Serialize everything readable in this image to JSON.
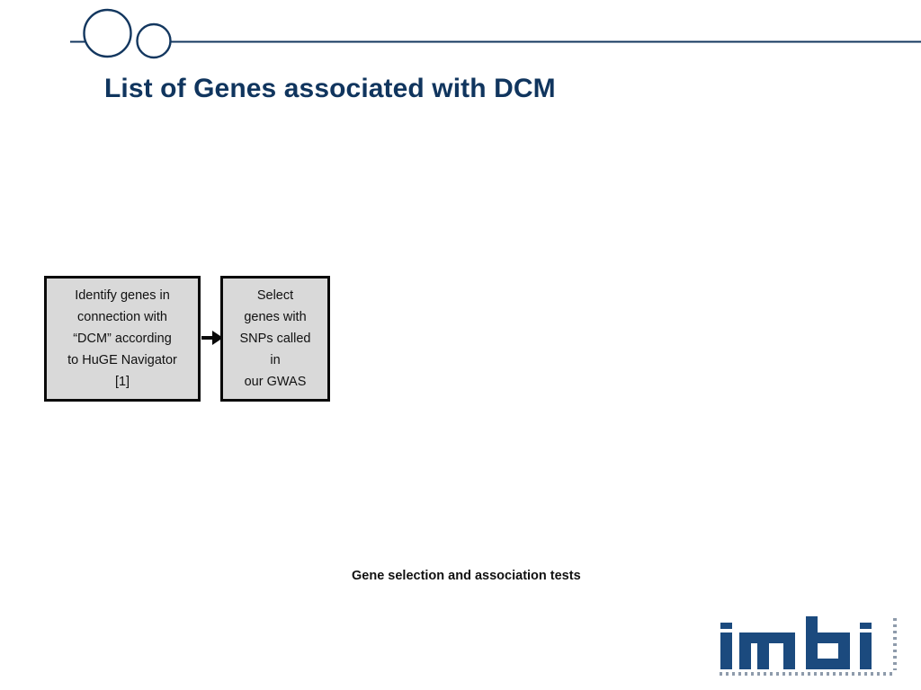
{
  "slide": {
    "background_color": "#ffffff",
    "title": "List of Genes associated with DCM",
    "title_color": "#10355e"
  },
  "ornament": {
    "large_circle_label": "large-circle",
    "small_circle_label": "small-circle",
    "rule_color": "#13375f"
  },
  "diagram": {
    "type": "flowchart",
    "box_fill": "#d9d9d9",
    "box_border": "#0a0a0a",
    "boxes": [
      {
        "id": "identify",
        "lines": [
          "Identify genes in",
          "connection with",
          "“DCM” according",
          "to HuGE Navigator",
          "[1]"
        ],
        "text": "Identify genes in connection with “DCM” according to HuGE Navigator [1]"
      },
      {
        "id": "select",
        "lines": [
          "Select",
          "genes with",
          "SNPs called",
          "in",
          "our GWAS"
        ],
        "text": "Select genes with SNPs called in our GWAS"
      }
    ],
    "arrow": {
      "from": "identify",
      "to": "select",
      "direction": "right"
    }
  },
  "caption": {
    "text": "Gene selection and association tests"
  },
  "logo": {
    "wordmark": "imbi",
    "color": "#1b4a7e",
    "dot_color": "#8e9bab"
  }
}
